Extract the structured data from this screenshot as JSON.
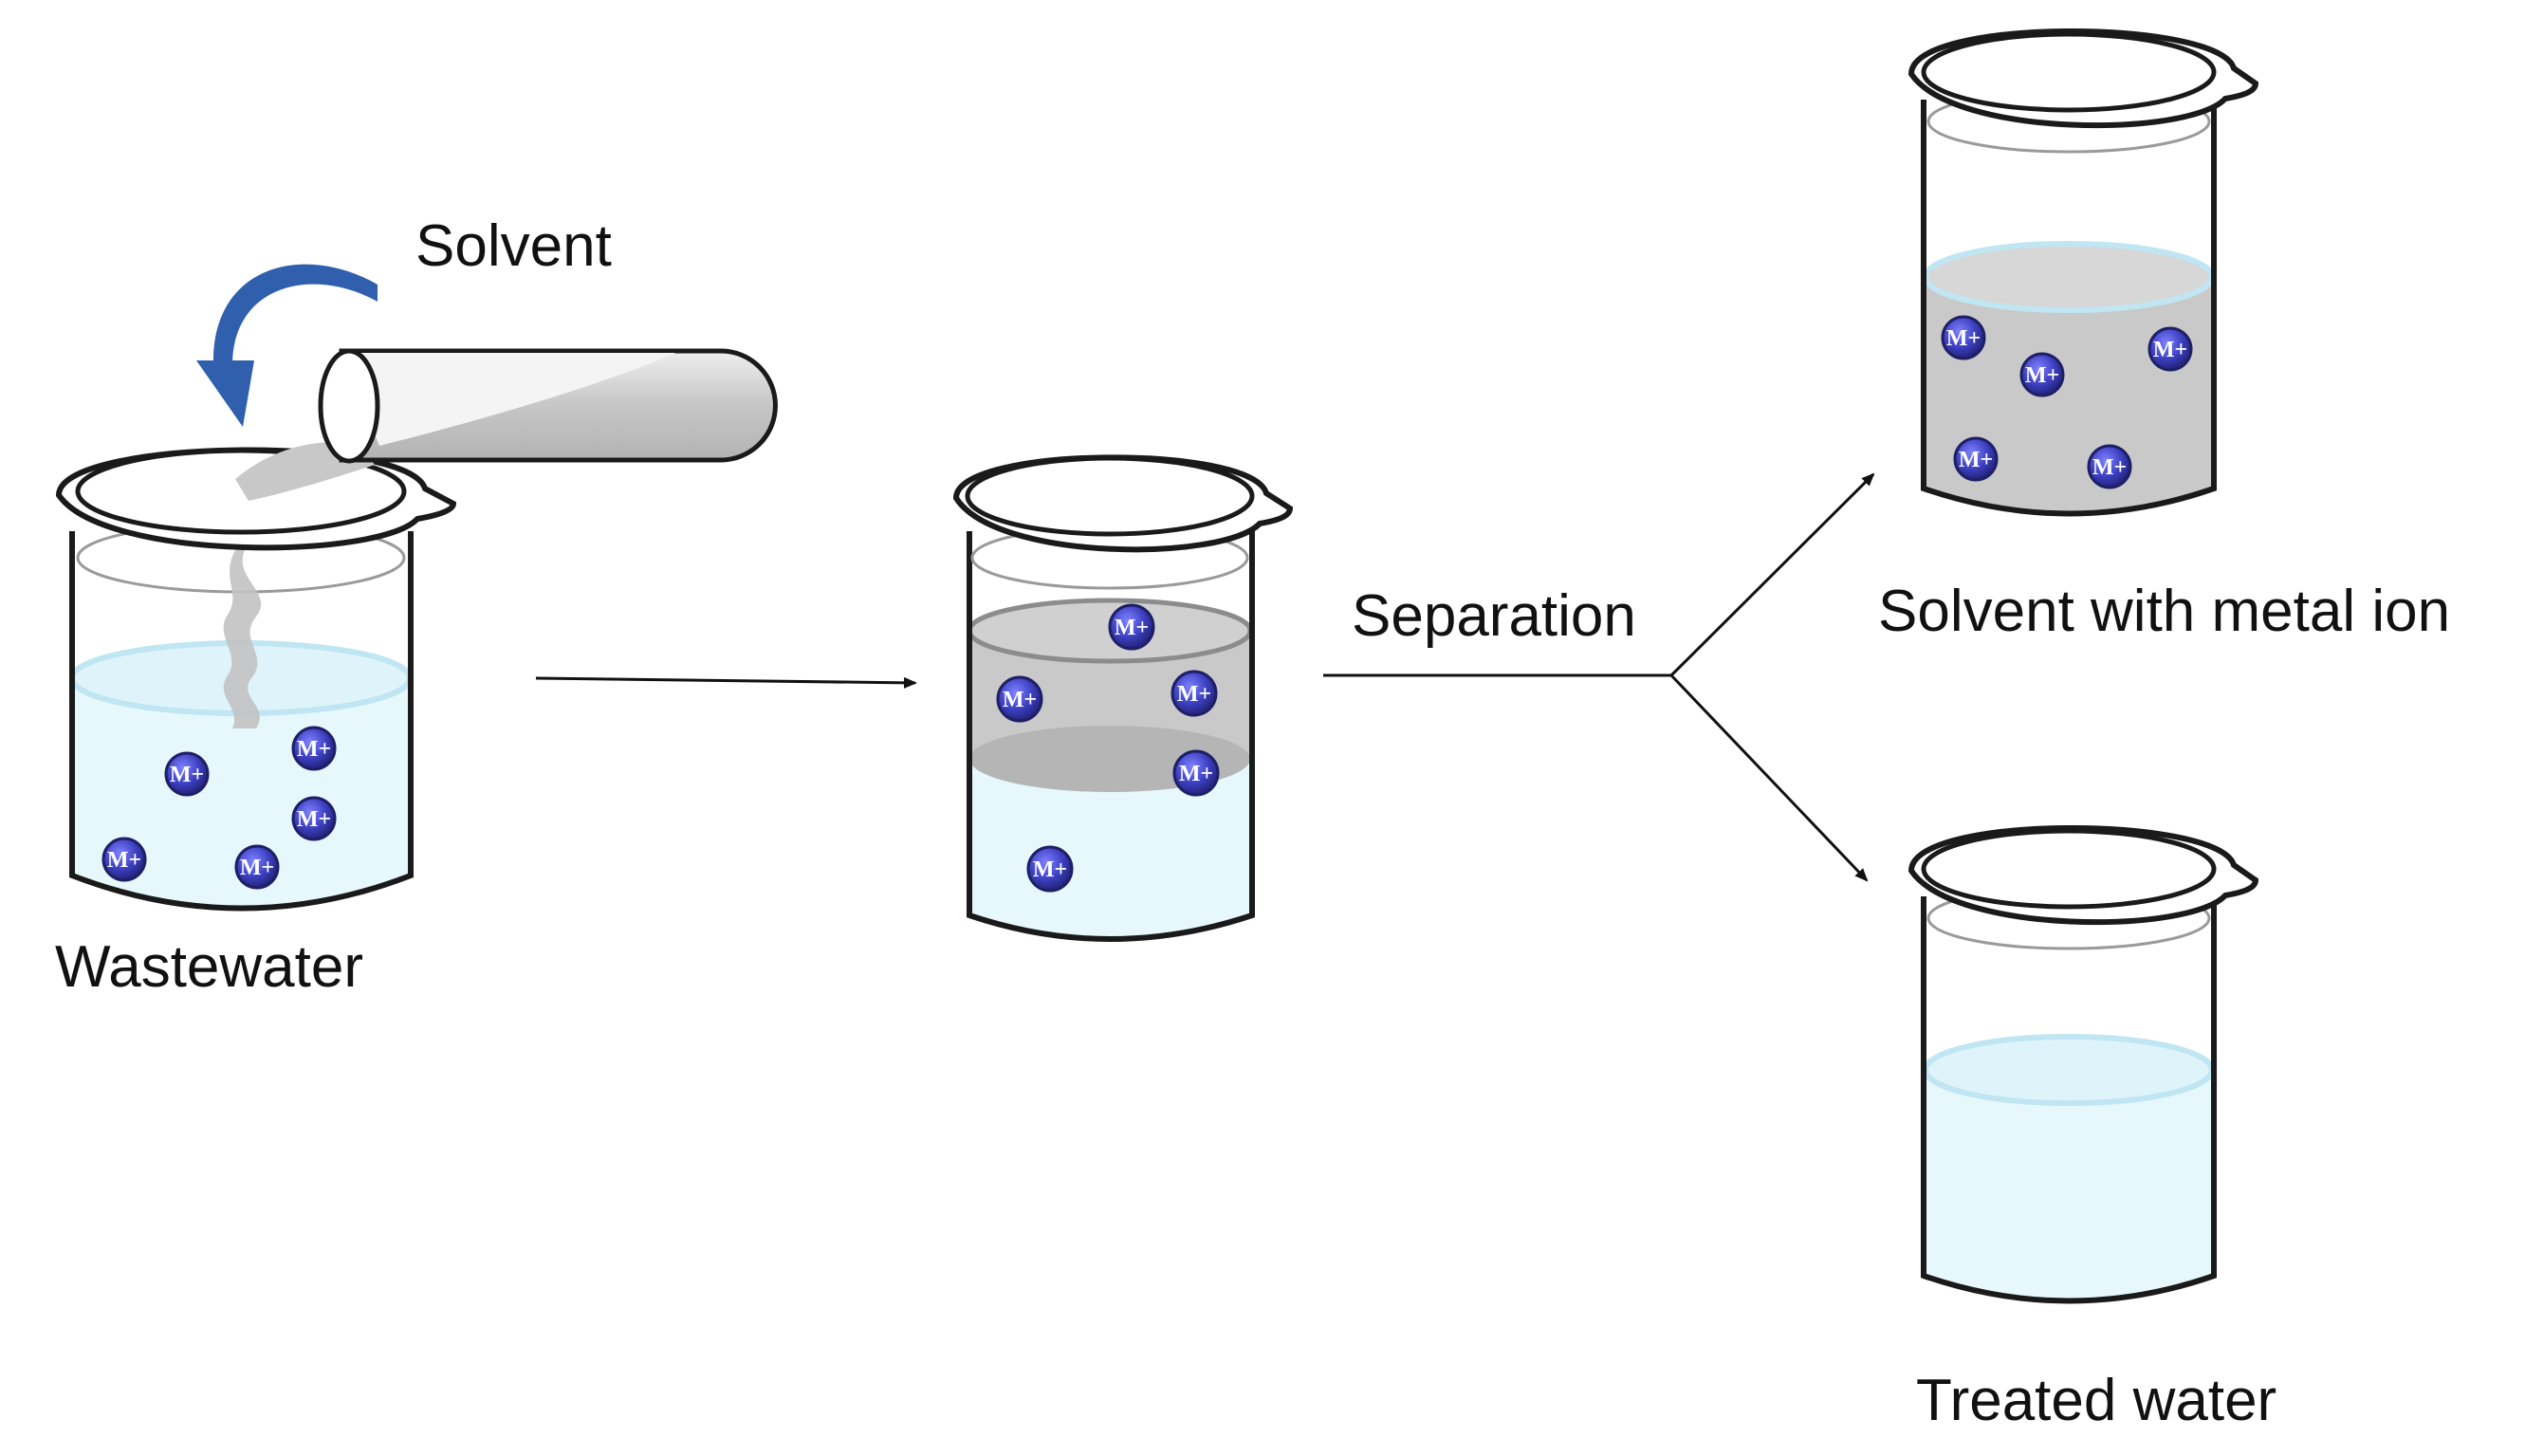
{
  "labels": {
    "solvent": "Solvent",
    "wastewater": "Wastewater",
    "separation": "Separation",
    "solvent_with_metal_ion": "Solvent with metal ion",
    "treated_water": "Treated water"
  },
  "ion_label": "M+",
  "colors": {
    "water": "#e6f8fc",
    "water_surface": "#bfe6f2",
    "solvent": "#c9c9c9",
    "solvent_dark": "#a9a9a9",
    "ion": "#3c3fc0",
    "pour_arrow": "#2f5fad",
    "line": "#111111"
  },
  "icons": [
    "beaker-icon",
    "test-tube-icon",
    "curved-arrow-icon",
    "metal-ion-icon"
  ]
}
